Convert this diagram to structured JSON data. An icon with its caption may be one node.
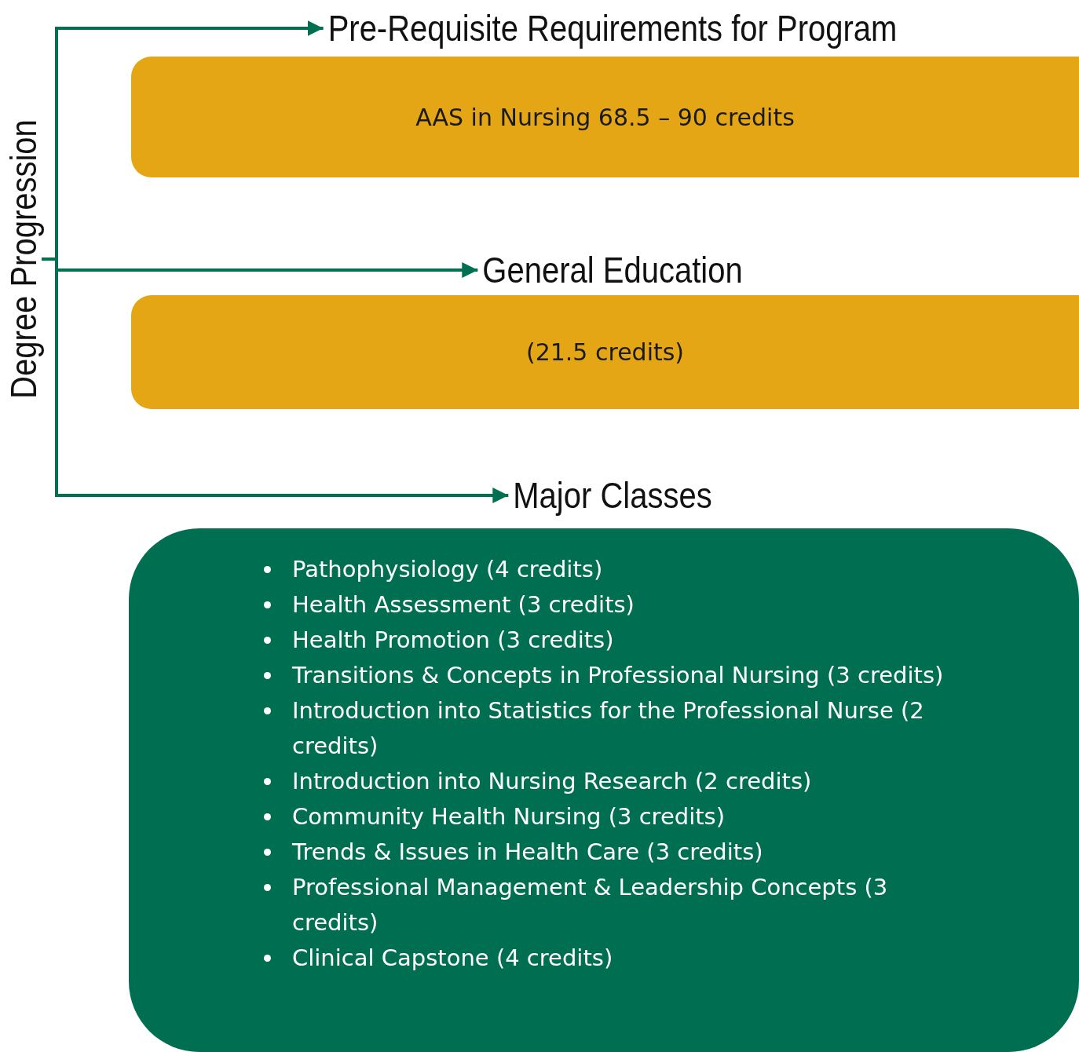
{
  "diagram": {
    "nodes": [
      {
        "text": [
          "Degree Progression"
        ]
      },
      {
        "text": [
          "Pre-Requisite Requirements for Program"
        ]
      },
      {
        "text": [
          "AAS in Nursing 68.5 – 90 credits"
        ]
      },
      {
        "text": [
          "General Education"
        ]
      },
      {
        "text": [
          "(21.5 credits)"
        ]
      },
      {
        "text": [
          "Major Classes"
        ]
      },
      {
        "text": [
          "Pathophysiology (4 credits)",
          "Health Assessment (3 credits)",
          "Health Promotion (3 credits)",
          "Transitions & Concepts in Professional Nursing (3 credits)",
          "Introduction into Statistics for the Professional Nurse (2 credits)",
          "Introduction into Nursing Research (2 credits)",
          "Community Health Nursing (3 credits)",
          "Trends & Issues in Health Care (3 credits)",
          "Professional Management & Leadership Concepts (3 credits)",
          "Clinical Capstone (4 credits)"
        ]
      }
    ],
    "edges": [
      {
        "from": 0,
        "to": 1,
        "arrow": "to"
      },
      {
        "from": 0,
        "to": 3,
        "arrow": "to"
      },
      {
        "from": 0,
        "to": 5,
        "arrow": "to"
      }
    ]
  }
}
